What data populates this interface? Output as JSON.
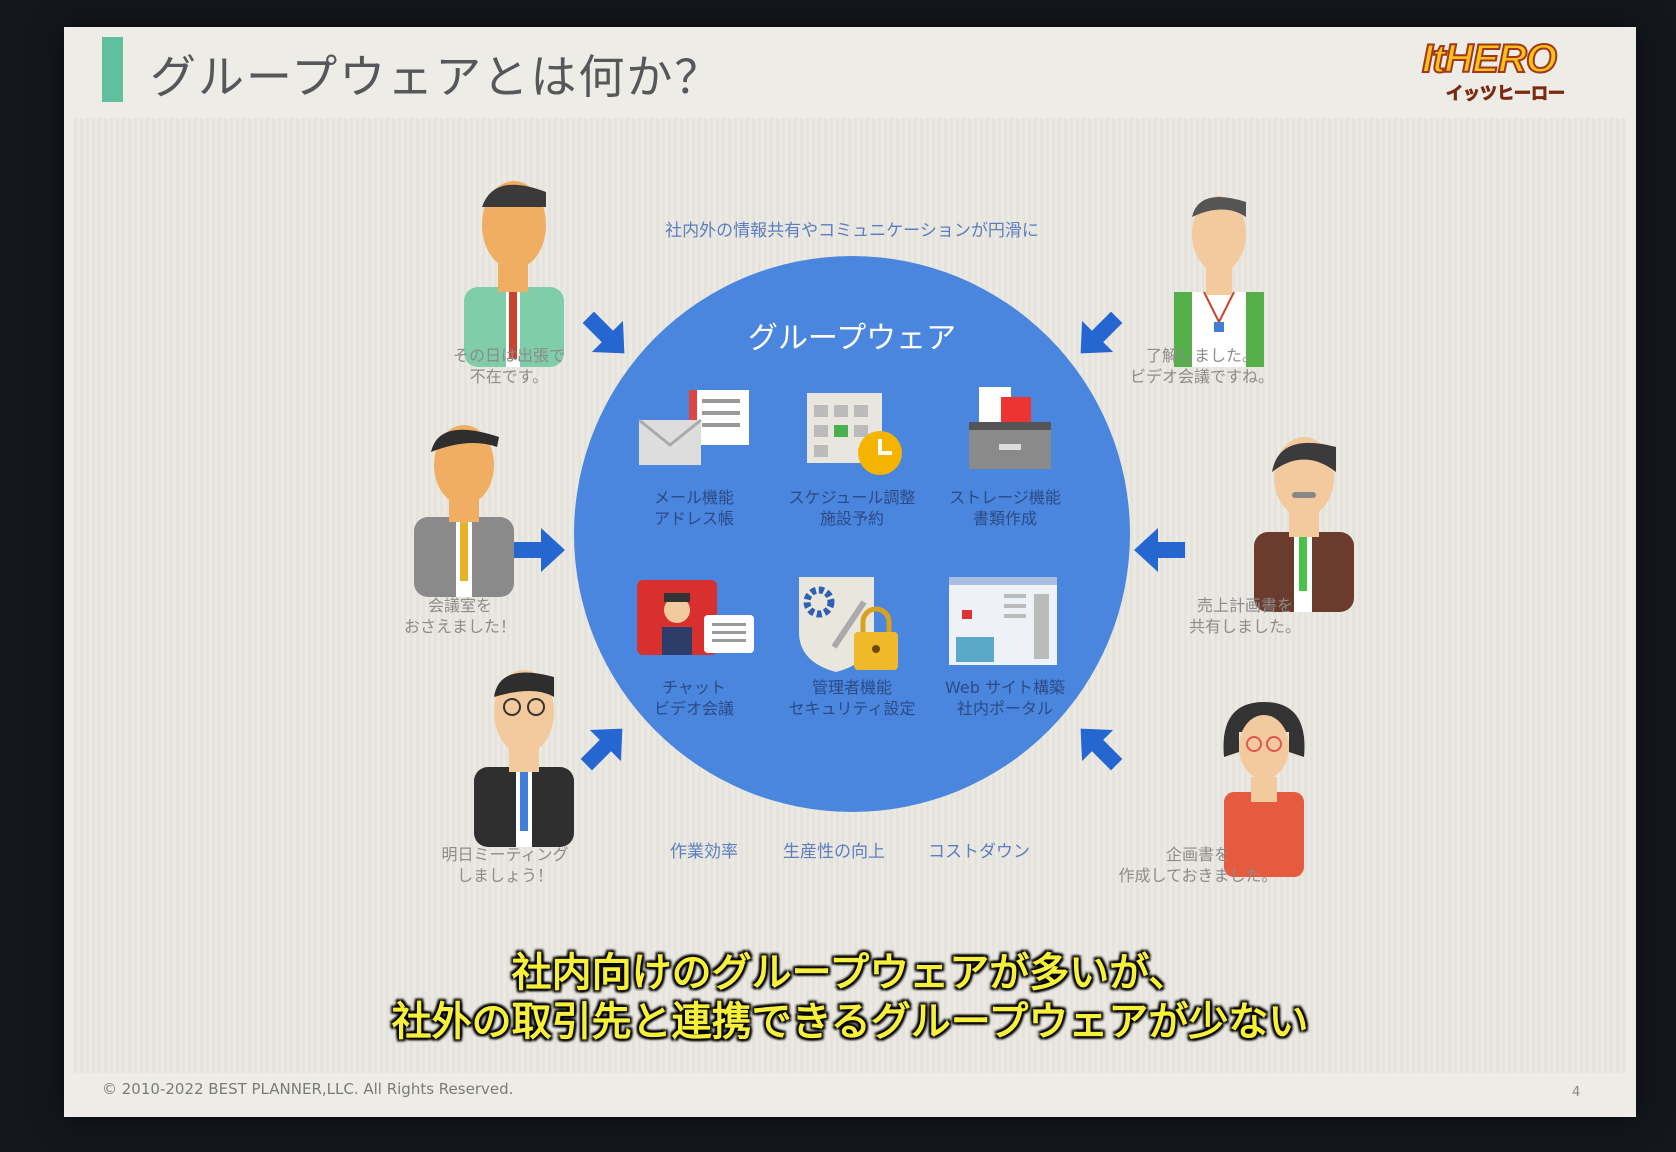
{
  "slide": {
    "title": "グループウェアとは何か？",
    "logo": {
      "main": "ItHERO",
      "sub": "イッツヒーロー"
    },
    "top_caption": "社内外の情報共有やコミュニケーションが円滑に",
    "circle_title": "グループウェア",
    "features": [
      {
        "icon": "mail-address-book-icon",
        "line1": "メール機能",
        "line2": "アドレス帳"
      },
      {
        "icon": "calendar-clock-icon",
        "line1": "スケジュール調整",
        "line2": "施設予約"
      },
      {
        "icon": "storage-cabinet-icon",
        "line1": "ストレージ機能",
        "line2": "書類作成"
      },
      {
        "icon": "video-chat-icon",
        "line1": "チャット",
        "line2": "ビデオ会議"
      },
      {
        "icon": "admin-security-icon",
        "line1": "管理者機能",
        "line2": "セキュリティ設定"
      },
      {
        "icon": "web-portal-icon",
        "line1": "Web サイト構築",
        "line2": "社内ポータル"
      }
    ],
    "people": [
      {
        "line1": "その日は出張で",
        "line2": "不在です。"
      },
      {
        "line1": "会議室を",
        "line2": "おさえました！"
      },
      {
        "line1": "明日ミーティング",
        "line2": "しましょう！"
      },
      {
        "line1": "了解しました。",
        "line2": "ビデオ会議ですね。"
      },
      {
        "line1": "売上計画書を",
        "line2": "共有しました。"
      },
      {
        "line1": "企画書を",
        "line2": "作成しておきました。"
      }
    ],
    "bottom_captions": [
      "作業効率",
      "生産性の向上",
      "コストダウン"
    ],
    "subtitle": {
      "line1": "社内向けのグループウェアが多いが、",
      "line2": "社外の取引先と連携できるグループウェアが少ない"
    },
    "copyright": "© 2010-2022 BEST PLANNER,LLC. All Rights Reserved.",
    "page_number": "4"
  },
  "colors": {
    "accent": "#5fbf9f",
    "circle": "#4a86dd",
    "arrow": "#2566d0",
    "subtitle": "#f7f03a"
  }
}
